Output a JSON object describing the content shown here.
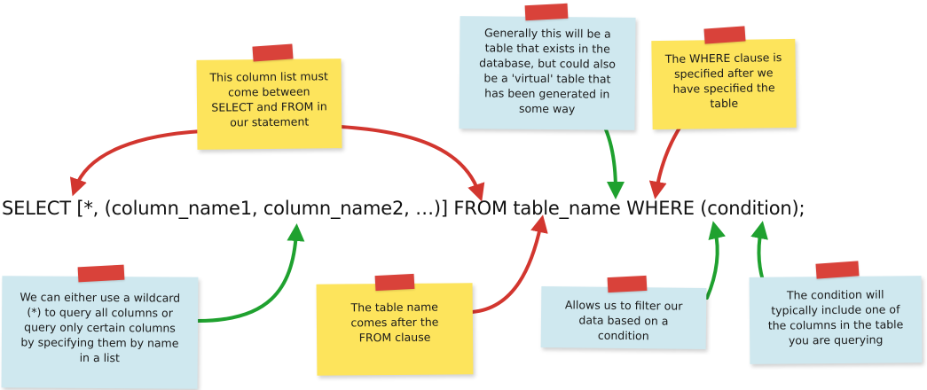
{
  "statement": "SELECT [*, (column_name1, column_name2, …)] FROM table_name WHERE (condition);",
  "colors": {
    "yellow_note": "#fde45c",
    "blue_note": "#cfe8ef",
    "tape": "#d9423a",
    "arrow_red": "#d2362f",
    "arrow_green": "#1fa12f"
  },
  "notes": {
    "column_list": "This column list must\ncome between\nSELECT and FROM in\nour statement",
    "table_source": "Generally this will be a\ntable that exists in the\ndatabase, but could also\nbe a 'virtual' table that\nhas been generated in\nsome way",
    "where_clause": "The WHERE clause is\nspecified after we\nhave specified the\ntable",
    "wildcard": "We can either use a wildcard\n(*) to query all columns or\nquery only certain columns\nby specifying them by name\nin a list",
    "table_name": "The table name\ncomes after the\nFROM clause",
    "filter": "Allows us to filter our\ndata based on a\ncondition",
    "condition": "The condition will\ntypically include one of\nthe columns in the table\nyou are querying"
  }
}
